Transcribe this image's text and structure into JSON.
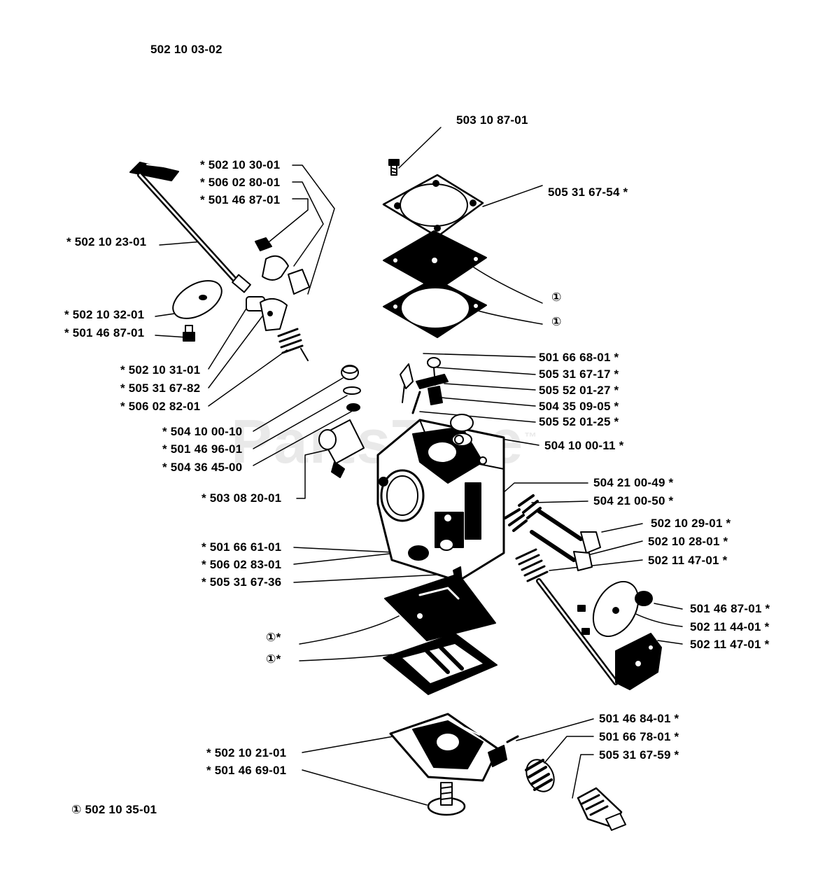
{
  "header": {
    "assembly_number": "502 10 03-02"
  },
  "footnote": {
    "symbol": "①",
    "part": "502 10 35-01"
  },
  "watermark": {
    "text": "PartsTree",
    "trademark": "™"
  },
  "colors": {
    "ink": "#000000",
    "paper": "#ffffff",
    "watermark": "#d8d8d8"
  },
  "labels": {
    "top_503_10_87_01": "503 10 87-01",
    "r_505_31_67_54": "505 31 67-54  *",
    "r_gasket_1": "①",
    "r_gasket_2": "①",
    "l_502_10_30_01": "*  502 10 30-01",
    "l_506_02_80_01": "*  506 02 80-01",
    "l_501_46_87_01_a": "*  501 46 87-01",
    "l_502_10_23_01": "*  502 10 23-01",
    "l_502_10_32_01": "*  502 10 32-01",
    "l_501_46_87_01_b": "*  501 46 87-01",
    "l_502_10_31_01": "*  502 10 31-01",
    "l_505_31_67_82": "*  505 31 67-82",
    "l_506_02_82_01": "*  506 02 82-01",
    "l_504_10_00_10": "*  504 10 00-10",
    "l_501_46_96_01": "*  501 46 96-01",
    "l_504_36_45_00": "*  504 36 45-00",
    "l_503_08_20_01": "*  503 08 20-01",
    "r_501_66_68_01": "501 66 68-01  *",
    "r_505_31_67_17": "505 31 67-17  *",
    "r_505_52_01_27": "505 52 01-27  *",
    "r_504_35_09_05": "504 35 09-05  *",
    "r_505_52_01_25": "505 52 01-25  *",
    "r_504_10_00_11": "504 10 00-11  *",
    "r_504_21_00_49": "504 21 00-49  *",
    "r_504_21_00_50": "504 21 00-50  *",
    "r_502_10_29_01": "502 10 29-01  *",
    "r_502_10_28_01": "502 10 28-01  *",
    "r_502_11_47_01_a": "502 11 47-01  *",
    "l_501_66_61_01": "*  501 66 61-01",
    "l_506_02_83_01": "*  506 02 83-01",
    "l_505_31_67_36": "*  505 31 67-36",
    "r_501_46_87_01_c": "501 46 87-01 *",
    "r_502_11_44_01": "502 11 44-01  *",
    "r_502_11_47_01_b": "502 11 47-01  *",
    "l_gasket_3": "①*",
    "l_gasket_4": "①*",
    "r_501_46_84_01": "501 46 84-01  *",
    "r_501_66_78_01": "501 66 78-01  *",
    "r_505_31_67_59": "505 31 67-59  *",
    "l_502_10_21_01": "*  502 10 21-01",
    "l_501_46_69_01": "*  501 46 69-01"
  }
}
